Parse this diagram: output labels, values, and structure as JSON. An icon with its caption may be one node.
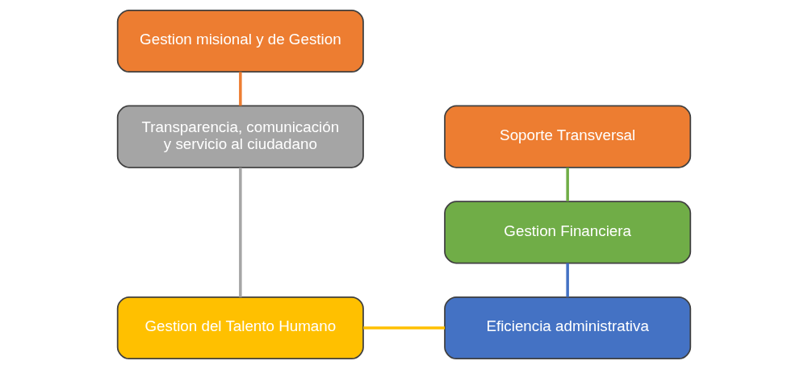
{
  "diagram": {
    "nodes": [
      {
        "text": [
          "Gestion misional y de Gestion"
        ]
      },
      {
        "text": [
          "Transparencia, comunicación y servicio al ciudadano"
        ]
      },
      {
        "text": [
          "Gestion del Talento Humano"
        ]
      },
      {
        "text": [
          "Soporte Transversal"
        ]
      },
      {
        "text": [
          "Gestion Financiera"
        ]
      },
      {
        "text": [
          "Eficiencia administrativa"
        ]
      }
    ],
    "edges": [
      {
        "from": 0,
        "to": 1,
        "arrow": "none",
        "color": "#ed7d31"
      },
      {
        "from": 1,
        "to": 2,
        "arrow": "none",
        "color": "#a5a5a5"
      },
      {
        "from": 2,
        "to": 5,
        "arrow": "none",
        "color": "#ffc000"
      },
      {
        "from": 3,
        "to": 4,
        "arrow": "none",
        "color": "#70ad47"
      },
      {
        "from": 4,
        "to": 5,
        "arrow": "none",
        "color": "#4472c4"
      }
    ]
  }
}
